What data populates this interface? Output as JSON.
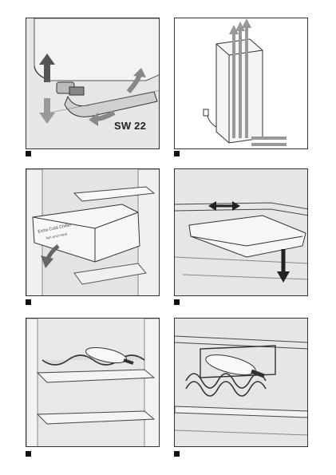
{
  "panels": [
    {
      "id": "panel-1",
      "text": "SW 22"
    },
    {
      "id": "panel-2",
      "text": ""
    },
    {
      "id": "panel-3",
      "text": "Extra Cold Chiller",
      "subtext": "fish and meat"
    },
    {
      "id": "panel-4",
      "text": ""
    },
    {
      "id": "panel-5",
      "text": ""
    },
    {
      "id": "panel-6",
      "text": ""
    }
  ],
  "colors": {
    "line": "#333333",
    "panel_bg": "#e9e9e9",
    "arrow": "#555555",
    "marker": "#111111"
  }
}
